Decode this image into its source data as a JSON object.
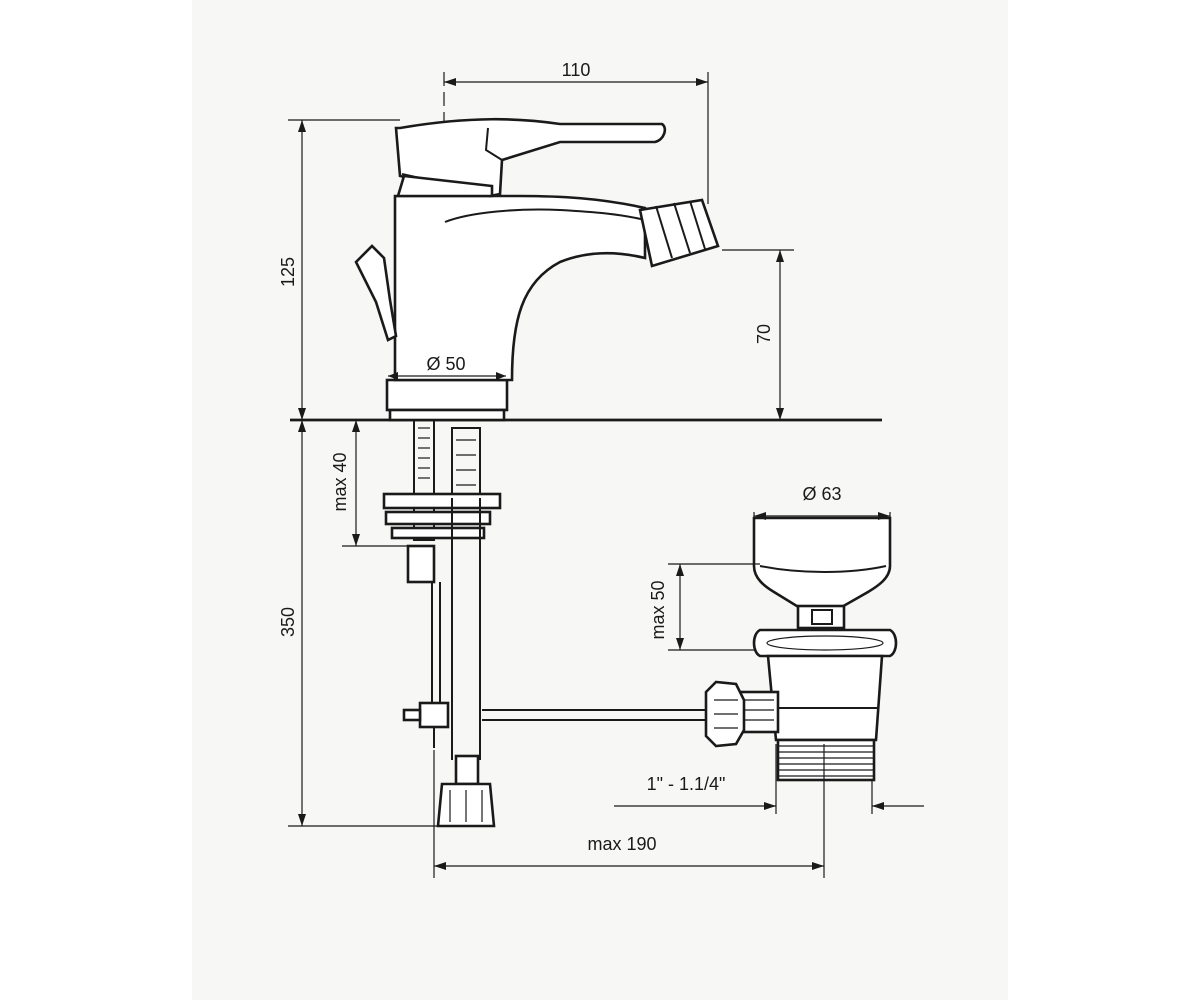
{
  "diagram": {
    "colors": {
      "ink": "#1a1a1a",
      "sheet": "#f7f7f5",
      "page": "#ffffff"
    },
    "dimensions": {
      "spout_reach": "110",
      "total_height": "125",
      "spout_height": "70",
      "base_diameter": "Ø 50",
      "deck_thickness": "max 40",
      "hose_length": "350",
      "waste_diameter": "Ø 63",
      "waste_height": "max 50",
      "thread_size": "1\" - 1.1/4\"",
      "rod_reach": "max 190"
    }
  }
}
